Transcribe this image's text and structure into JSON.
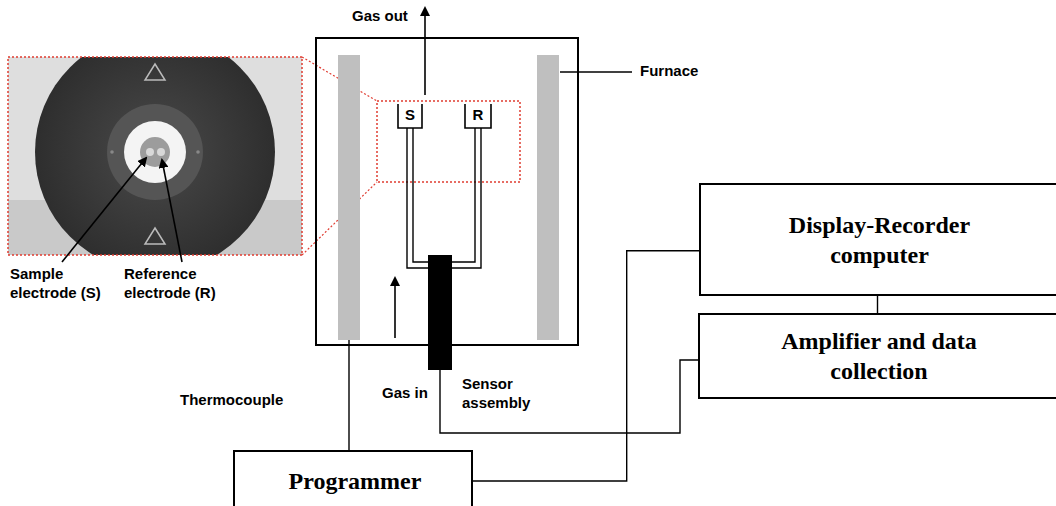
{
  "diagram": {
    "nodes": [
      {
        "text": [
          "Display-Recorder computer"
        ]
      },
      {
        "text": [
          "Amplifier and data collection"
        ]
      },
      {
        "text": [
          "Programmer"
        ]
      }
    ],
    "edges": [
      {
        "from": 2,
        "to": 0,
        "arrow": "none"
      },
      {
        "from": 0,
        "to": 1,
        "arrow": "none"
      }
    ],
    "labels": [
      "Gas out",
      "Furnace",
      "S",
      "R",
      "Sample electrode (S)",
      "Reference electrode (R)",
      "Thermocouple",
      "Gas in",
      "Sensor assembly"
    ]
  }
}
